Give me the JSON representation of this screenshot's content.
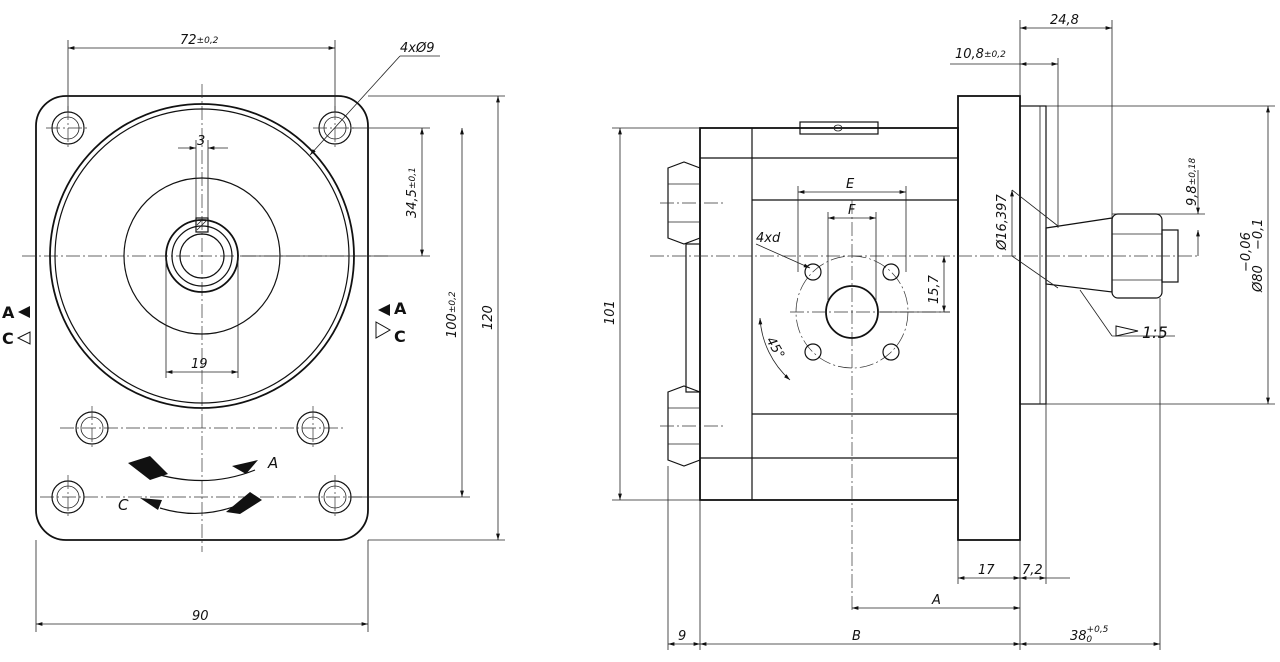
{
  "front_view": {
    "dim_top": "72",
    "dim_top_tol": "±0,2",
    "holes_label": "4xØ9",
    "key_width": "3",
    "shaft_dim": "19",
    "dim_shaft_height": "34,5",
    "dim_shaft_height_tol": "±0,1",
    "dim_holes_vertical": "100",
    "dim_holes_vertical_tol": "±0,2",
    "dim_height": "120",
    "dim_width": "90",
    "rotation_a": "A",
    "rotation_c": "C",
    "port_left_a": "A",
    "port_left_c": "C",
    "port_right_a": "A",
    "port_right_c": "C"
  },
  "side_view": {
    "dim_24_8": "24,8",
    "dim_10_8": "10,8",
    "dim_10_8_tol": "±0,2",
    "dim_e": "E",
    "dim_f": "F",
    "holes_label": "4xd",
    "dim_15_7": "15,7",
    "dim_angle": "45°",
    "dim_101": "101",
    "dim_diameter_shaft": "Ø16,397",
    "dim_9_8": "9,8",
    "dim_9_8_tol": "±0,18",
    "dim_diameter_80": "Ø80",
    "dim_diameter_80_tol_upper": "−0,06",
    "dim_diameter_80_tol_lower": "−0,1",
    "taper_label": "1:5",
    "dim_17": "17",
    "dim_7_2": "7,2",
    "dim_a": "A",
    "dim_9": "9",
    "dim_b": "B",
    "dim_38": "38",
    "dim_38_tol_upper": "+0,5",
    "dim_38_tol_lower": "0"
  }
}
